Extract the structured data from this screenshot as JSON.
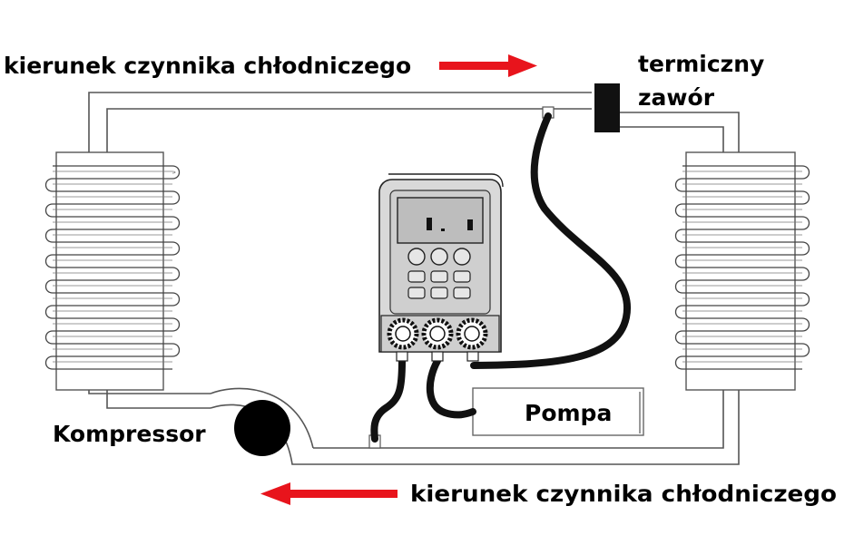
{
  "labels": {
    "direction_top": "kierunek czynnika chłodniczego",
    "direction_bottom": "kierunek czynnika chłodniczego",
    "valve_line1": "termiczny",
    "valve_line2": "zawór",
    "compressor": "Kompressor",
    "pump": "Pompa"
  },
  "colors": {
    "arrow": "#e8141c",
    "line": "#000000",
    "pipe_outline": "#555555",
    "device_body": "#d9d9d9"
  }
}
